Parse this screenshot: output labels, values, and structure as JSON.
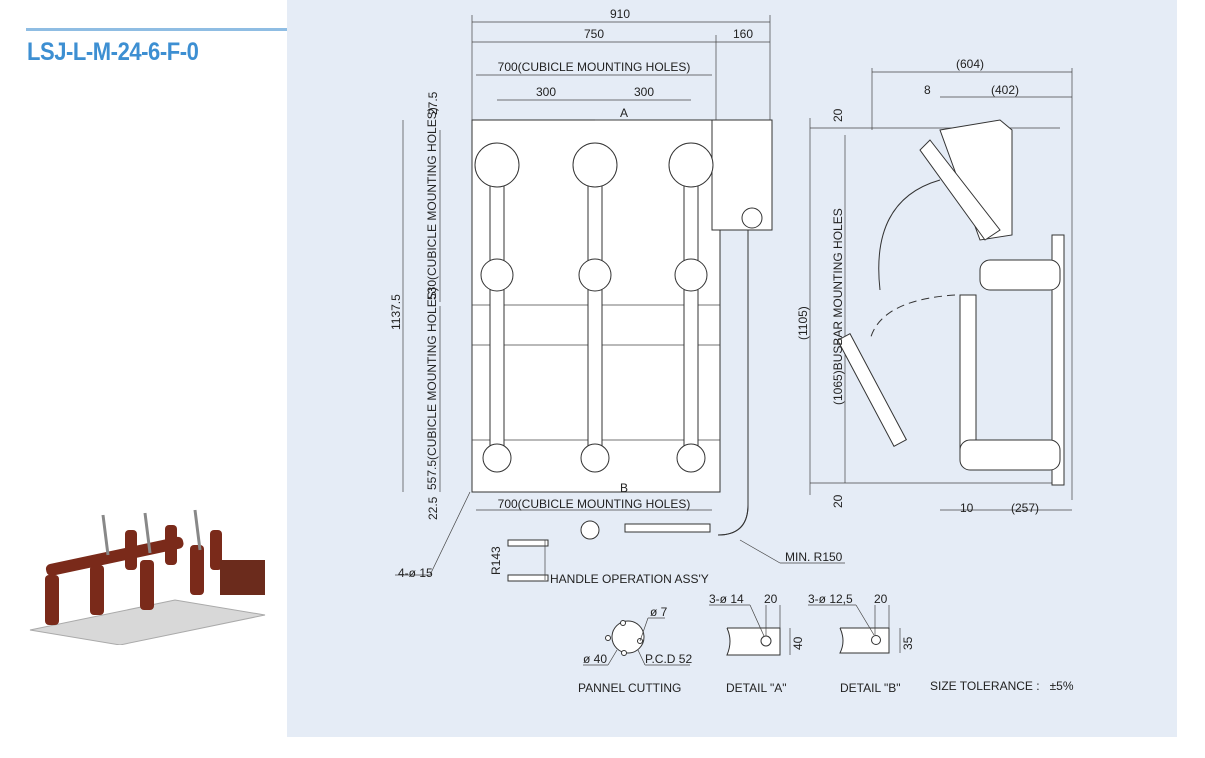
{
  "header": {
    "model": "LSJ-L-M-24-6-F-0"
  },
  "front_view": {
    "dim_total_width": "910",
    "dim_width_main": "750",
    "dim_width_box": "160",
    "dim_top_holes": "700(CUBICLE MOUNTING HOLES)",
    "dim_pitch_1": "300",
    "dim_pitch_2": "300",
    "detail_a_marker": "A",
    "dim_top_offset": "27.5",
    "dim_total_height": "1137.5",
    "dim_upper_holes": "530(CUBICLE MOUNTING HOLES)",
    "dim_lower_holes": "557.5(CUBICLE MOUNTING HOLES)",
    "dim_bottom_offset": "22.5",
    "detail_b_marker": "B",
    "dim_bottom_holes": "700(CUBICLE MOUNTING HOLES)",
    "hole_callout": "4-ø 15",
    "handle_radius": "R143",
    "handle_label": "HANDLE OPERATION ASS'Y",
    "min_radius": "MIN. R150"
  },
  "side_view": {
    "dim_depth": "(604)",
    "dim_small": "8",
    "dim_depth_2": "(402)",
    "dim_top": "20",
    "dim_height": "(1105)",
    "dim_busbar": "(1065)BUSBAR MOUNTING HOLES",
    "dim_bottom": "20",
    "dim_bottom_small": "10",
    "dim_bottom_depth": "(257)"
  },
  "details": {
    "panel_cutting": {
      "hole": "ø 7",
      "dia": "ø 40",
      "pcd": "P.C.D 52",
      "label": "PANNEL CUTTING"
    },
    "detail_a": {
      "holes": "3-ø 14",
      "offset": "20",
      "width": "40",
      "label": "DETAIL \"A\""
    },
    "detail_b": {
      "holes": "3-ø 12,5",
      "offset": "20",
      "width": "35",
      "label": "DETAIL \"B\""
    },
    "tolerance": "SIZE TOLERANCE :   ±5%"
  }
}
